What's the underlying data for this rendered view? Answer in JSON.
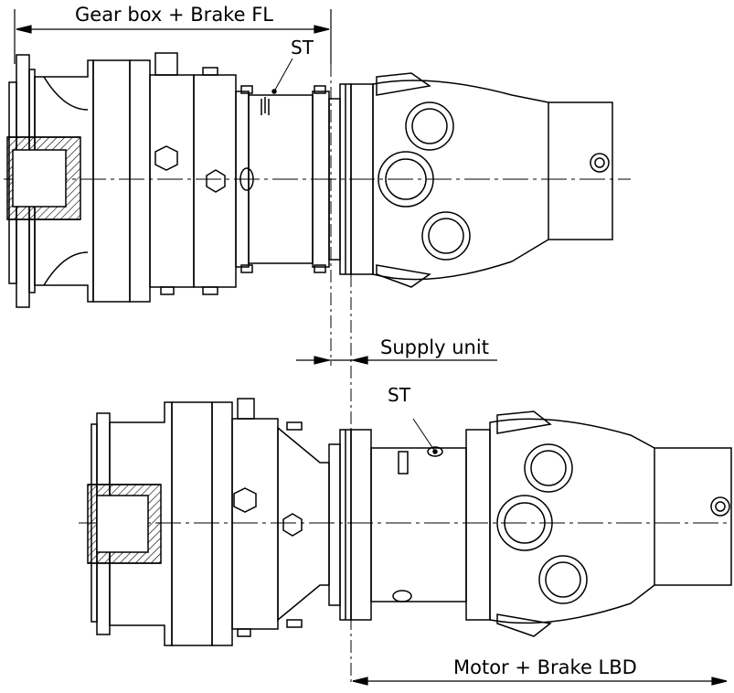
{
  "labels": {
    "gearbox_brake": "Gear box + Brake FL",
    "st_top": "ST",
    "supply_unit": "Supply unit",
    "st_bottom": "ST",
    "motor_brake": "Motor + Brake LBD"
  },
  "colors": {
    "line": "#000000",
    "hatch": "#000000",
    "background": "#ffffff"
  }
}
